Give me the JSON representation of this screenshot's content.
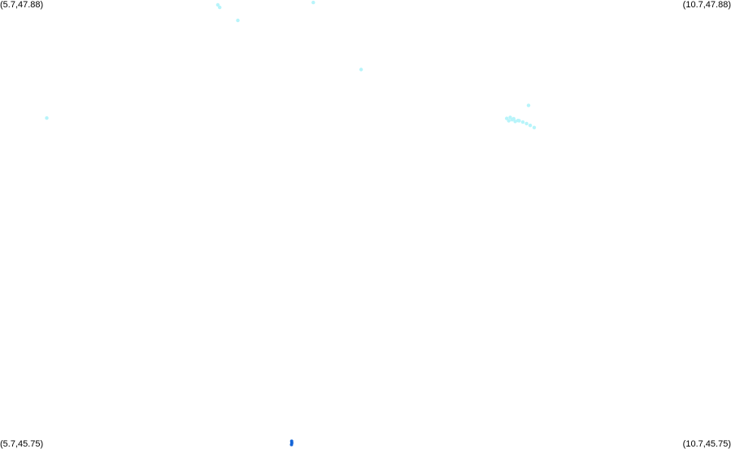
{
  "map": {
    "bounds": {
      "lon_min": 5.7,
      "lon_max": 10.7,
      "lat_min": 45.75,
      "lat_max": 47.88
    },
    "corner_labels": {
      "top_left": "(5.7,47.88)",
      "top_right": "(10.7,47.88)",
      "bottom_left": "(5.7,45.75)",
      "bottom_right": "(10.7,45.75)"
    },
    "colors": {
      "background": "#ffffff",
      "light_points": "#b7f4fa",
      "dark_points": "#1565d8"
    },
    "point_groups": [
      {
        "name": "light-cyan",
        "color": "#b7f4fa",
        "points": [
          [
            7.19,
            47.857
          ],
          [
            7.203,
            47.845
          ],
          [
            7.327,
            47.783
          ],
          [
            7.843,
            47.868
          ],
          [
            8.17,
            47.55
          ],
          [
            6.02,
            47.32
          ],
          [
            9.19,
            47.323
          ],
          [
            9.166,
            47.318
          ],
          [
            9.203,
            47.312
          ],
          [
            9.224,
            47.304
          ],
          [
            9.18,
            47.307
          ],
          [
            9.214,
            47.317
          ],
          [
            9.251,
            47.307
          ],
          [
            9.276,
            47.301
          ],
          [
            9.302,
            47.294
          ],
          [
            9.327,
            47.285
          ],
          [
            9.354,
            47.275
          ],
          [
            9.315,
            47.38
          ],
          [
            9.243,
            47.308
          ]
        ]
      },
      {
        "name": "blue",
        "color": "#1565d8",
        "points": [
          [
            7.695,
            45.787
          ],
          [
            7.696,
            45.779
          ],
          [
            7.694,
            45.771
          ]
        ]
      }
    ]
  }
}
